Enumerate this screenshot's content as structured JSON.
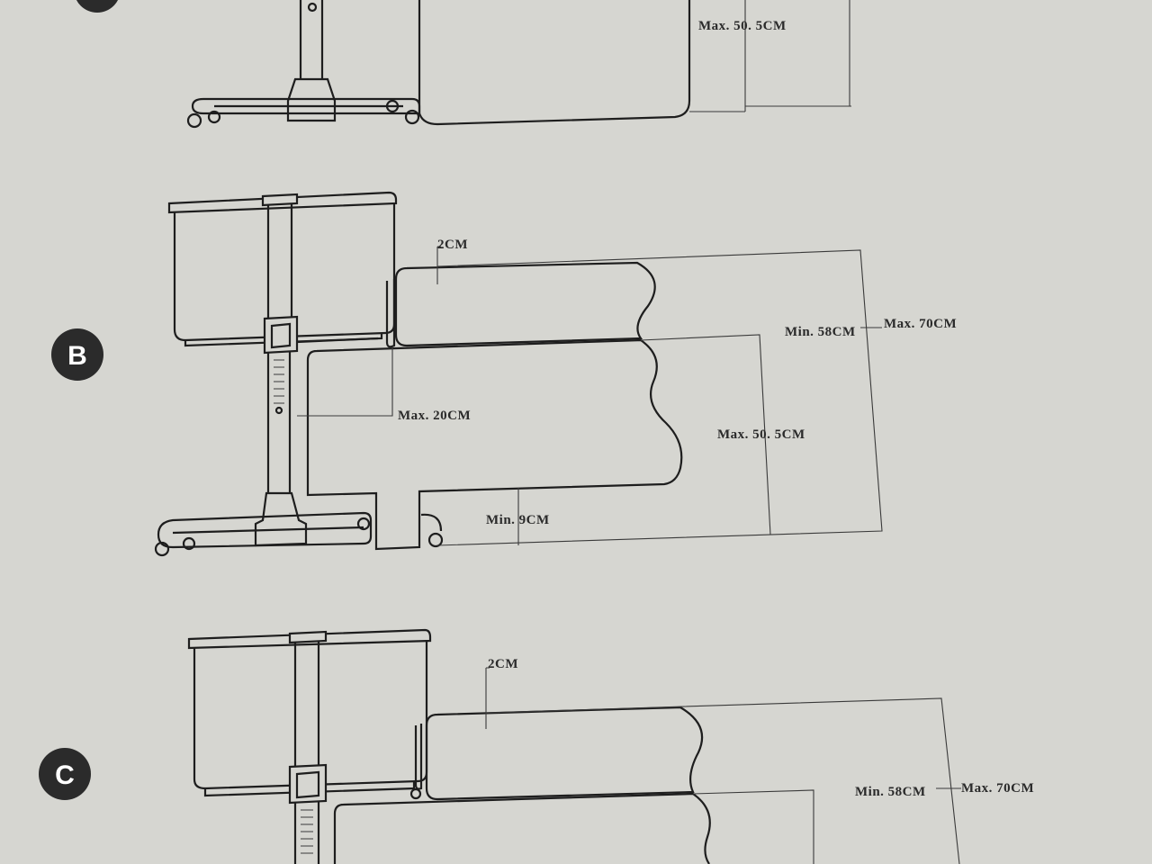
{
  "diagram_a": {
    "dims": {
      "height_max": "Max. 50. 5CM"
    }
  },
  "diagram_b": {
    "badge": "B",
    "dims": {
      "gap": "2CM",
      "height_min": "Min. 58CM",
      "height_max": "Max. 70CM",
      "reach_max": "Max. 20CM",
      "mattress_max": "Max. 50. 5CM",
      "clearance_min": "Min. 9CM"
    }
  },
  "diagram_c": {
    "badge": "C",
    "dims": {
      "gap": "2CM",
      "height_min": "Min. 58CM",
      "height_max": "Max. 70CM"
    }
  }
}
